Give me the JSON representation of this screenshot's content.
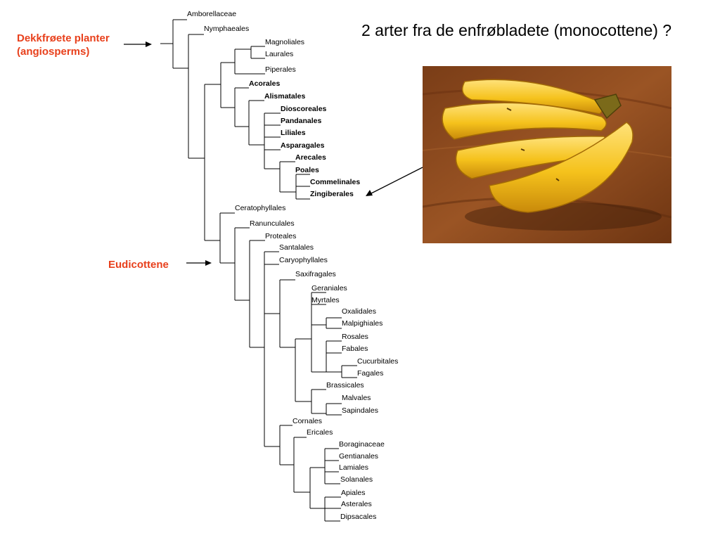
{
  "question": "2 arter fra de enfrøbladete (monocottene) ?",
  "callouts": {
    "angiosperms_line1": "Dekkfrøete planter",
    "angiosperms_line2": "(angiosperms)",
    "eudicots": "Eudicottene"
  },
  "photo": {
    "icon": "banana-bunch-photo"
  },
  "colors": {
    "callout": "#e8401c",
    "tree_line": "#000000",
    "banana": "#f2c21b",
    "wood": "#8b4a1e"
  },
  "tree": {
    "taxa": [
      {
        "name": "Amborellaceae",
        "bold": false
      },
      {
        "name": "Nymphaeales",
        "bold": false
      },
      {
        "name": "Magnoliales",
        "bold": false
      },
      {
        "name": "Laurales",
        "bold": false
      },
      {
        "name": "Piperales",
        "bold": false
      },
      {
        "name": "Acorales",
        "bold": true
      },
      {
        "name": "Alismatales",
        "bold": true
      },
      {
        "name": "Dioscoreales",
        "bold": true
      },
      {
        "name": "Pandanales",
        "bold": true
      },
      {
        "name": "Liliales",
        "bold": true
      },
      {
        "name": "Asparagales",
        "bold": true
      },
      {
        "name": "Arecales",
        "bold": true
      },
      {
        "name": "Poales",
        "bold": true
      },
      {
        "name": "Commelinales",
        "bold": true
      },
      {
        "name": "Zingiberales",
        "bold": true
      },
      {
        "name": "Ceratophyllales",
        "bold": false
      },
      {
        "name": "Ranunculales",
        "bold": false
      },
      {
        "name": "Proteales",
        "bold": false
      },
      {
        "name": "Santalales",
        "bold": false
      },
      {
        "name": "Caryophyllales",
        "bold": false
      },
      {
        "name": "Saxifragales",
        "bold": false
      },
      {
        "name": "Geraniales",
        "bold": false
      },
      {
        "name": "Myrtales",
        "bold": false
      },
      {
        "name": "Oxalidales",
        "bold": false
      },
      {
        "name": "Malpighiales",
        "bold": false
      },
      {
        "name": "Rosales",
        "bold": false
      },
      {
        "name": "Fabales",
        "bold": false
      },
      {
        "name": "Cucurbitales",
        "bold": false
      },
      {
        "name": "Fagales",
        "bold": false
      },
      {
        "name": "Brassicales",
        "bold": false
      },
      {
        "name": "Malvales",
        "bold": false
      },
      {
        "name": "Sapindales",
        "bold": false
      },
      {
        "name": "Cornales",
        "bold": false
      },
      {
        "name": "Ericales",
        "bold": false
      },
      {
        "name": "Boraginaceae",
        "bold": false
      },
      {
        "name": "Gentianales",
        "bold": false
      },
      {
        "name": "Lamiales",
        "bold": false
      },
      {
        "name": "Solanales",
        "bold": false
      },
      {
        "name": "Apiales",
        "bold": false
      },
      {
        "name": "Asterales",
        "bold": false
      },
      {
        "name": "Dipsacales",
        "bold": false
      }
    ]
  }
}
